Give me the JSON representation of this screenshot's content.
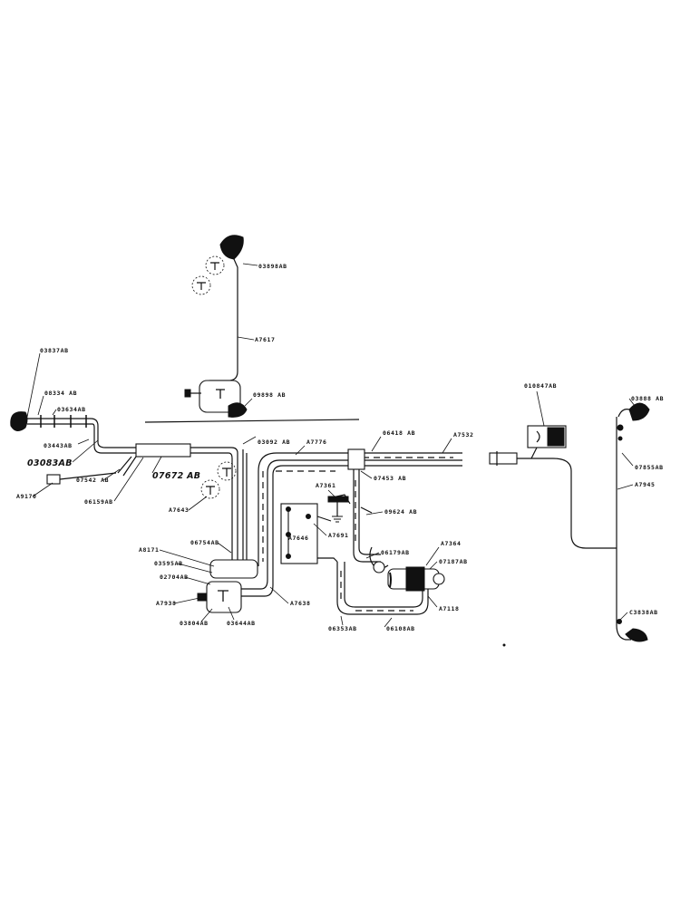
{
  "labels": {
    "lamp_top": "03898AB",
    "harness_top": "A7617",
    "lamp_mid": "09898 AB",
    "lamp_left": "03837AB",
    "part_08334": "08334 AB",
    "part_03634": "03634AB",
    "part_03443": "03443AB",
    "part_03083": "03083AB",
    "part_07542": "07542 AB",
    "part_a9170": "A9170",
    "part_06159": "06159AB",
    "part_07672": "07672 AB",
    "part_a7643": "A7643",
    "part_03092": "03092 AB",
    "part_a7776": "A7776",
    "part_06418": "06418 AB",
    "part_a7532": "A7532",
    "part_07453": "07453 AB",
    "part_a7361": "A7361",
    "part_09624": "09624 AB",
    "part_a7691": "A7691",
    "part_a7646": "A7646",
    "part_06179": "06179AB",
    "part_a7364": "A7364",
    "part_07187": "07187AB",
    "part_a7118": "A7118",
    "part_06108": "06108AB",
    "part_06353": "06353AB",
    "part_a7638": "A7638",
    "part_03644": "03644AB",
    "part_03804": "03804AB",
    "part_a7938": "A7938",
    "part_02704": "02704AB",
    "part_03595": "03595AB",
    "part_a8171": "A8171",
    "part_06754": "06754AB",
    "part_010847": "010847AB",
    "part_03888": "03888 AB",
    "part_07855": "07855AB",
    "part_a7945": "A7945",
    "part_c3838": "C3838AB"
  }
}
